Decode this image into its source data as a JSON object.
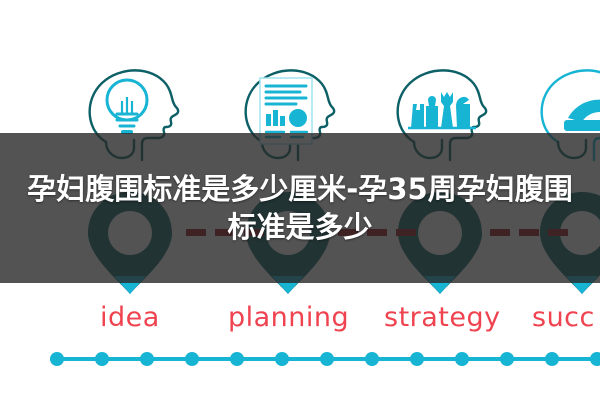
{
  "banner": {
    "title": "孕妇腹围标准是多少厘米-孕35周孕妇腹围标准是多少",
    "overlay_color": "#282828",
    "text_color": "#ffffff"
  },
  "infographic": {
    "accent_teal": "#18b4d4",
    "ring_teal": "#0d6066",
    "label_red": "#ef4350",
    "dash_red": "#9b1218",
    "background": "#ffffff",
    "steps": [
      {
        "label": "idea",
        "icon": "head-lightbulb-icon"
      },
      {
        "label": "planning",
        "icon": "head-report-chart-icon"
      },
      {
        "label": "strategy",
        "icon": "head-chess-pieces-icon"
      },
      {
        "label": "succ",
        "icon": "head-person-icon"
      }
    ]
  }
}
